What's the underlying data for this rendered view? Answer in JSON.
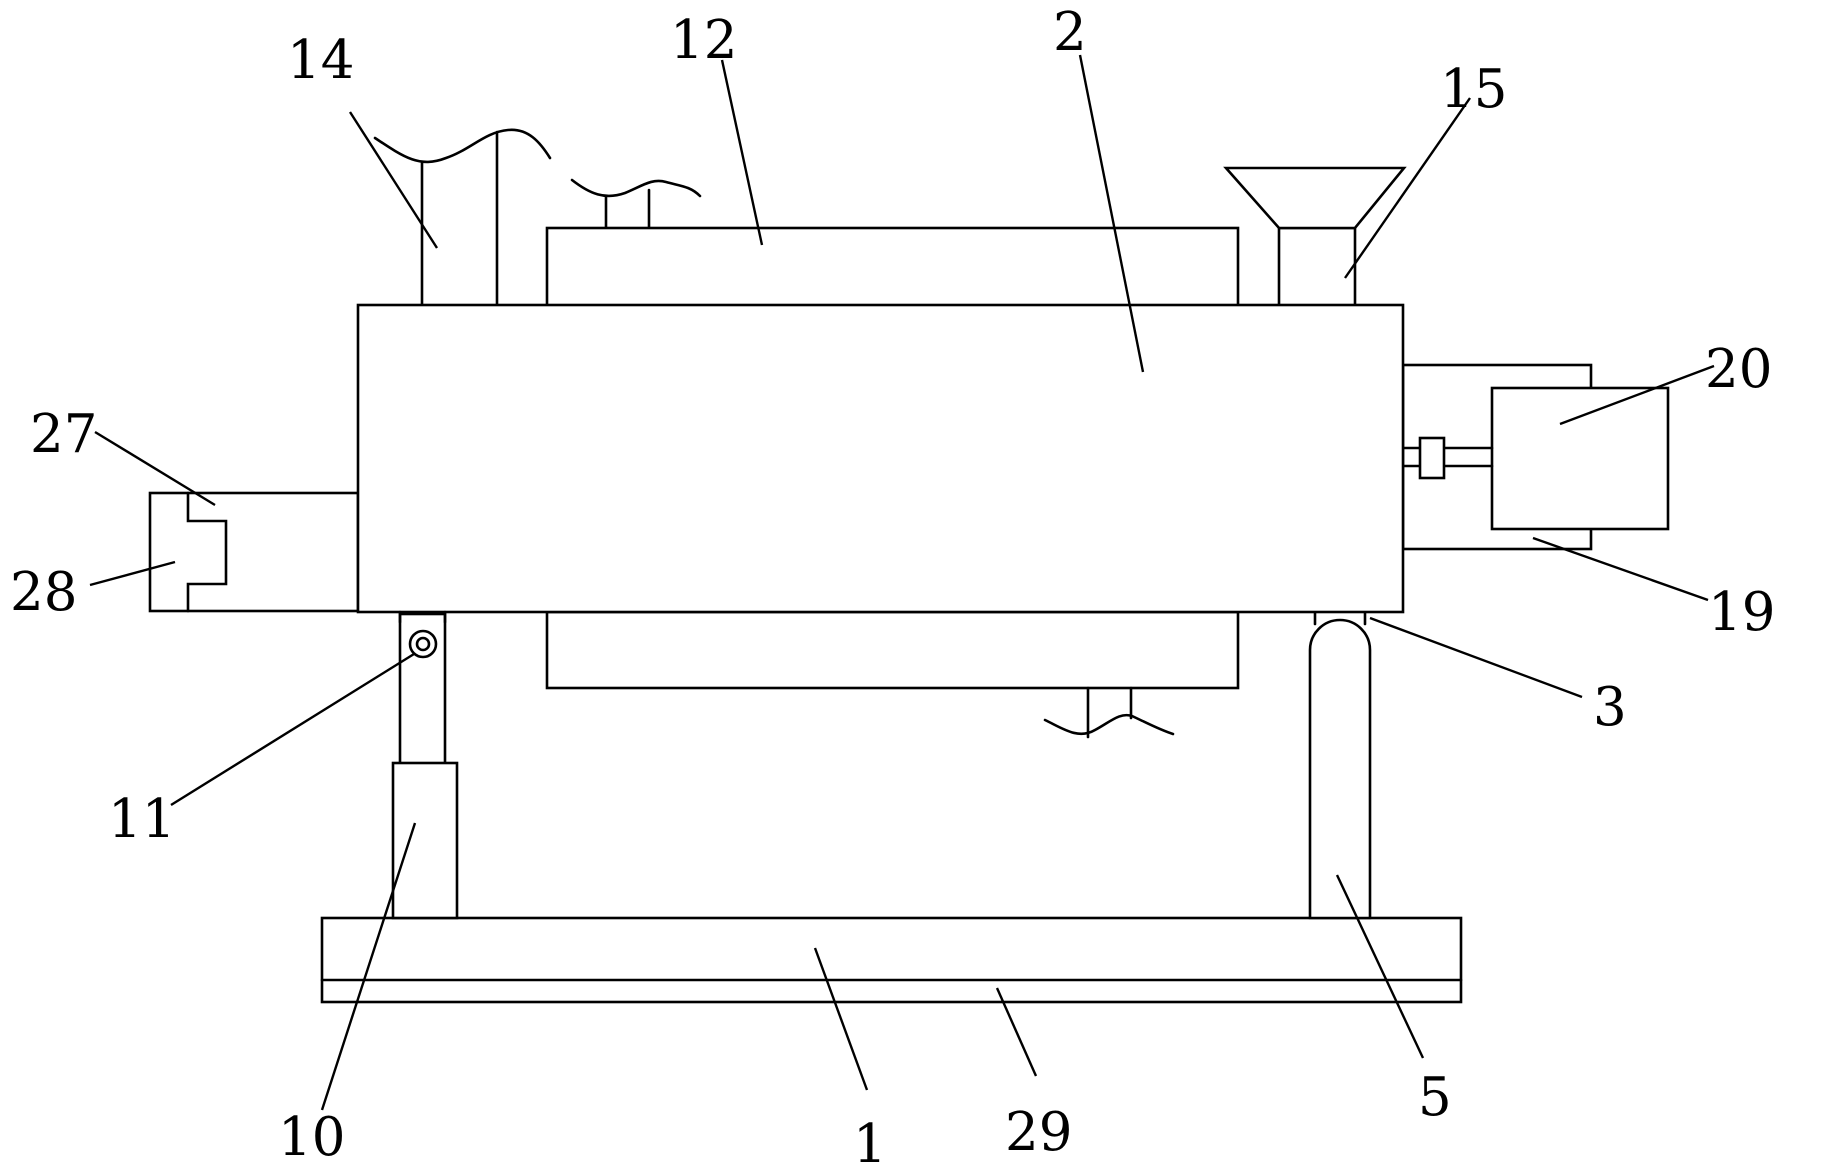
{
  "labels": {
    "r1": "1",
    "r2": "2",
    "r3": "3",
    "r5": "5",
    "r10": "10",
    "r11": "11",
    "r12": "12",
    "r14": "14",
    "r15": "15",
    "r19": "19",
    "r20": "20",
    "r27": "27",
    "r28": "28",
    "r29": "29"
  }
}
